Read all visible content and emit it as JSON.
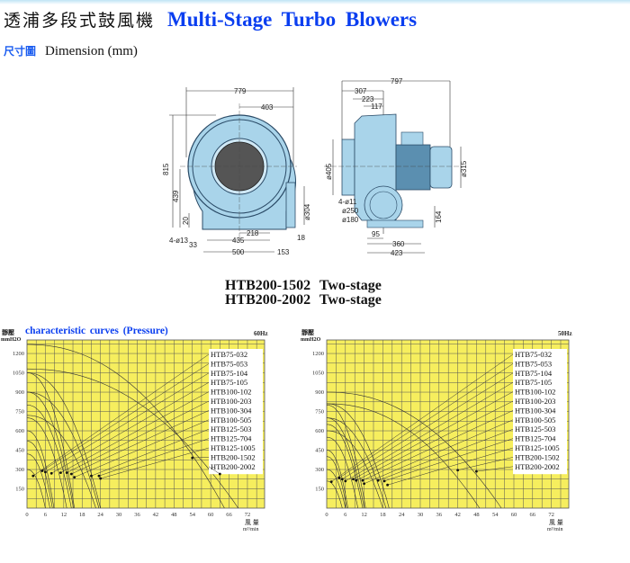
{
  "header": {
    "title_cn": "透浦多段式鼓風機",
    "title_en": "Multi-Stage  Turbo  Blowers"
  },
  "section": {
    "label_cn": "尺寸圖",
    "label_en": "Dimension (mm)"
  },
  "front_view": {
    "width": "779",
    "half": "403",
    "height": "815",
    "center_h": "439",
    "base_h": "20",
    "holes": "4-ø13",
    "edge": "33",
    "foot_span": "435",
    "foot_off": "218",
    "base_w": "500",
    "outlet_off": "153",
    "outlet_t": "18",
    "outlet_d": "ø304"
  },
  "side_view": {
    "length": "797",
    "d1": "307",
    "d2": "223",
    "d3": "117",
    "inlet_d": "ø405",
    "motor_d": "ø315",
    "holes": "4-ø11",
    "flange_d1": "ø250",
    "flange_d2": "ø180",
    "base_h": "164",
    "b1": "95",
    "b2": "360",
    "b3": "423"
  },
  "models": {
    "line1": "HTB200-1502  Two-stage",
    "line2": "HTB200-2002  Two-stage"
  },
  "chart_heading": "characteristic curves  (Pressure)",
  "chart_data": [
    {
      "type": "line",
      "frequency": "60Hz",
      "ylabel_cn": "靜壓",
      "ylabel": "mmH2O",
      "xlabel_cn": "風 量",
      "xlabel": "m³/min",
      "xlim": [
        0,
        77.6
      ],
      "ylim": [
        0,
        1305
      ],
      "xticks": [
        0,
        6,
        12,
        18,
        24,
        30,
        36,
        42,
        48,
        54,
        60,
        66,
        72
      ],
      "yticks": [
        150,
        300,
        450,
        600,
        750,
        900,
        1050,
        1200
      ],
      "grid": true,
      "legend_placement": "top-right",
      "series": [
        {
          "name": "HTB75-032",
          "p0": 300,
          "q0": 6,
          "op": [
            2,
            250
          ]
        },
        {
          "name": "HTB75-053",
          "p0": 420,
          "q0": 7.5,
          "op": [
            5,
            290
          ]
        },
        {
          "name": "HTB75-104",
          "p0": 520,
          "q0": 8.3,
          "op": [
            6,
            280
          ]
        },
        {
          "name": "HTB75-105",
          "p0": 600,
          "q0": 8.8,
          "op": [
            8,
            270
          ]
        },
        {
          "name": "HTB100-102",
          "p0": 700,
          "q0": 13,
          "op": [
            11,
            275
          ]
        },
        {
          "name": "HTB100-203",
          "p0": 800,
          "q0": 14.5,
          "op": [
            13,
            275
          ]
        },
        {
          "name": "HTB100-304",
          "p0": 900,
          "q0": 15.2,
          "op": [
            14.5,
            265
          ]
        },
        {
          "name": "HTB100-505",
          "p0": 1050,
          "q0": 15.5,
          "op": [
            15.5,
            240
          ]
        },
        {
          "name": "HTB125-503",
          "p0": 720,
          "q0": 22.5,
          "op": [
            21,
            250
          ]
        },
        {
          "name": "HTB125-704",
          "p0": 900,
          "q0": 23.5,
          "op": [
            23.5,
            250
          ]
        },
        {
          "name": "HTB125-1005",
          "p0": 1050,
          "q0": 24,
          "op": [
            24,
            230
          ]
        },
        {
          "name": "HTB200-1502",
          "p0": 1080,
          "q0": 69,
          "op": [
            54,
            390
          ]
        },
        {
          "name": "HTB200-2002",
          "p0": 1270,
          "q0": 64.5,
          "op": [
            63,
            265
          ]
        }
      ]
    },
    {
      "type": "line",
      "frequency": "50Hz",
      "ylabel_cn": "靜壓",
      "ylabel": "mmH2O",
      "xlabel_cn": "風 量",
      "xlabel": "m³/min",
      "xlim": [
        0,
        77.6
      ],
      "ylim": [
        0,
        1305
      ],
      "xticks": [
        0,
        6,
        12,
        18,
        24,
        30,
        36,
        42,
        48,
        54,
        60,
        66,
        72
      ],
      "yticks": [
        150,
        300,
        450,
        600,
        750,
        900,
        1050,
        1200
      ],
      "grid": true,
      "legend_placement": "top-right",
      "series": [
        {
          "name": "HTB75-032",
          "p0": 210,
          "q0": 5,
          "op": [
            1.5,
            205
          ]
        },
        {
          "name": "HTB75-053",
          "p0": 300,
          "q0": 6,
          "op": [
            4,
            235
          ]
        },
        {
          "name": "HTB75-104",
          "p0": 400,
          "q0": 6.4,
          "op": [
            5,
            225
          ]
        },
        {
          "name": "HTB75-105",
          "p0": 450,
          "q0": 6.8,
          "op": [
            6,
            210
          ]
        },
        {
          "name": "HTB100-102",
          "p0": 550,
          "q0": 10,
          "op": [
            8.5,
            225
          ]
        },
        {
          "name": "HTB100-203",
          "p0": 650,
          "q0": 11.5,
          "op": [
            9.5,
            215
          ]
        },
        {
          "name": "HTB100-304",
          "p0": 700,
          "q0": 12,
          "op": [
            11.5,
            215
          ]
        },
        {
          "name": "HTB100-505",
          "p0": 800,
          "q0": 12.5,
          "op": [
            12,
            190
          ]
        },
        {
          "name": "HTB125-503",
          "p0": 600,
          "q0": 18,
          "op": [
            16.5,
            215
          ]
        },
        {
          "name": "HTB125-704",
          "p0": 700,
          "q0": 19,
          "op": [
            18.5,
            210
          ]
        },
        {
          "name": "HTB125-1005",
          "p0": 810,
          "q0": 20,
          "op": [
            19.5,
            180
          ]
        },
        {
          "name": "HTB200-1502",
          "p0": 810,
          "q0": 49,
          "op": [
            42,
            295
          ]
        },
        {
          "name": "HTB200-2002",
          "p0": 900,
          "q0": 56,
          "op": [
            48,
            285
          ]
        }
      ]
    }
  ],
  "colors": {
    "accent": "#0a3ef0",
    "plot_bg": "#f6ee5e",
    "drawing_body": "#a9d4ea"
  }
}
